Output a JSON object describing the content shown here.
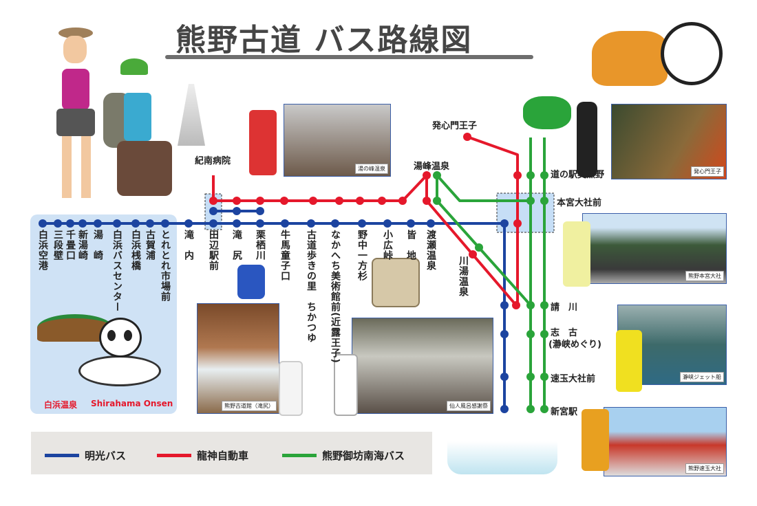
{
  "title": "熊野古道 バス路線図",
  "colors": {
    "meiko": "#1c44a0",
    "ryujin": "#e5182b",
    "nankai": "#2aa43a",
    "area": "#cfe2f5"
  },
  "legend": [
    {
      "label": "明光バス",
      "color": "#1c44a0"
    },
    {
      "label": "龍神自動車",
      "color": "#e5182b"
    },
    {
      "label": "熊野御坊南海バス",
      "color": "#2aa43a"
    }
  ],
  "area": {
    "label_jp": "白浜温泉",
    "label_en": "Shirahama Onsen"
  },
  "stations_vertical": [
    "白浜空港",
    "三段壁",
    "千畳口",
    "新湯崎",
    "湯　崎",
    "白浜バスセンター",
    "白浜桟橋",
    "古賀浦",
    "とれとれ市場前",
    "滝　内",
    "田辺駅前",
    "滝　尻",
    "栗栖川",
    "牛馬童子口",
    "古道歩きの里　ちかつゆ",
    "なかへち美術館前(近露王子)",
    "野中一方杉",
    "小広峠",
    "皆　地",
    "渡瀬温泉",
    "川湯温泉"
  ],
  "stations_horizontal": {
    "kinan": "紀南病院",
    "hosshinmon": "発心門王子",
    "yunomine": "湯峰温泉",
    "michinoeki": "道の駅奥熊野",
    "hongu": "本宮大社前",
    "ukegawa": "請　川",
    "shiko": "志　古",
    "shiko_sub": "(瀞峡めぐり)",
    "hayatama": "速玉大社前",
    "shingu": "新宮駅"
  },
  "photos": {
    "yunomine": "湯の峰温泉",
    "hosshinmon": "発心門王子",
    "hongu": "熊野本宮大社",
    "doro": "瀞峡ジェット船",
    "hayatama": "熊野速玉大社",
    "kodokan": "熊野古道館（滝尻）",
    "sennin": "仙人風呂感謝祭"
  }
}
